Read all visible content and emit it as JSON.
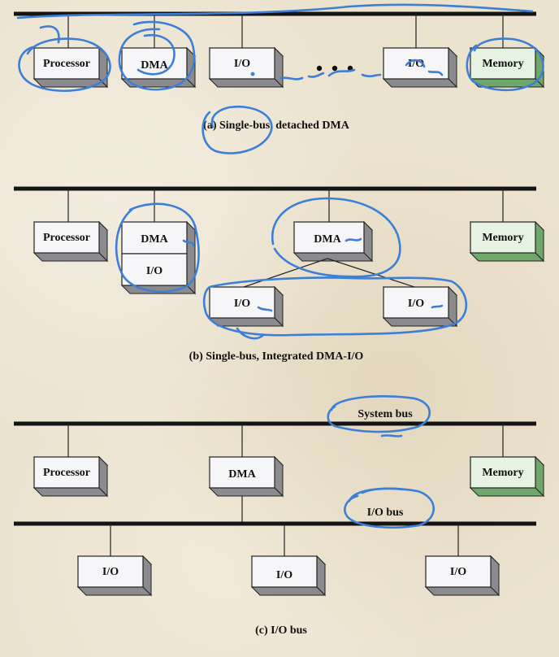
{
  "colors": {
    "box_front": "#f6f6f8",
    "box_top": "#ffffff",
    "box_side": "#8b8b8f",
    "memory_front": "#e6f3e2",
    "memory_top": "#f3faf1",
    "memory_side": "#6fa86a",
    "bus": "#141414",
    "annotation": "#3d7fd6",
    "background": "#ece3cf"
  },
  "diagram_a": {
    "caption": "(a) Single-bus, detached DMA",
    "processor": "Processor",
    "dma": "DMA",
    "io_1": "I/O",
    "io_2": "I/O",
    "memory": "Memory"
  },
  "diagram_b": {
    "caption": "(b) Single-bus, Integrated DMA-I/O",
    "processor": "Processor",
    "dma_1": "DMA",
    "io_1": "I/O",
    "dma_2": "DMA",
    "io_2": "I/O",
    "io_3": "I/O",
    "memory": "Memory"
  },
  "diagram_c": {
    "caption": "(c) I/O bus",
    "system_bus_label": "System bus",
    "io_bus_label": "I/O bus",
    "processor": "Processor",
    "dma": "DMA",
    "memory": "Memory",
    "io_1": "I/O",
    "io_2": "I/O",
    "io_3": "I/O"
  }
}
